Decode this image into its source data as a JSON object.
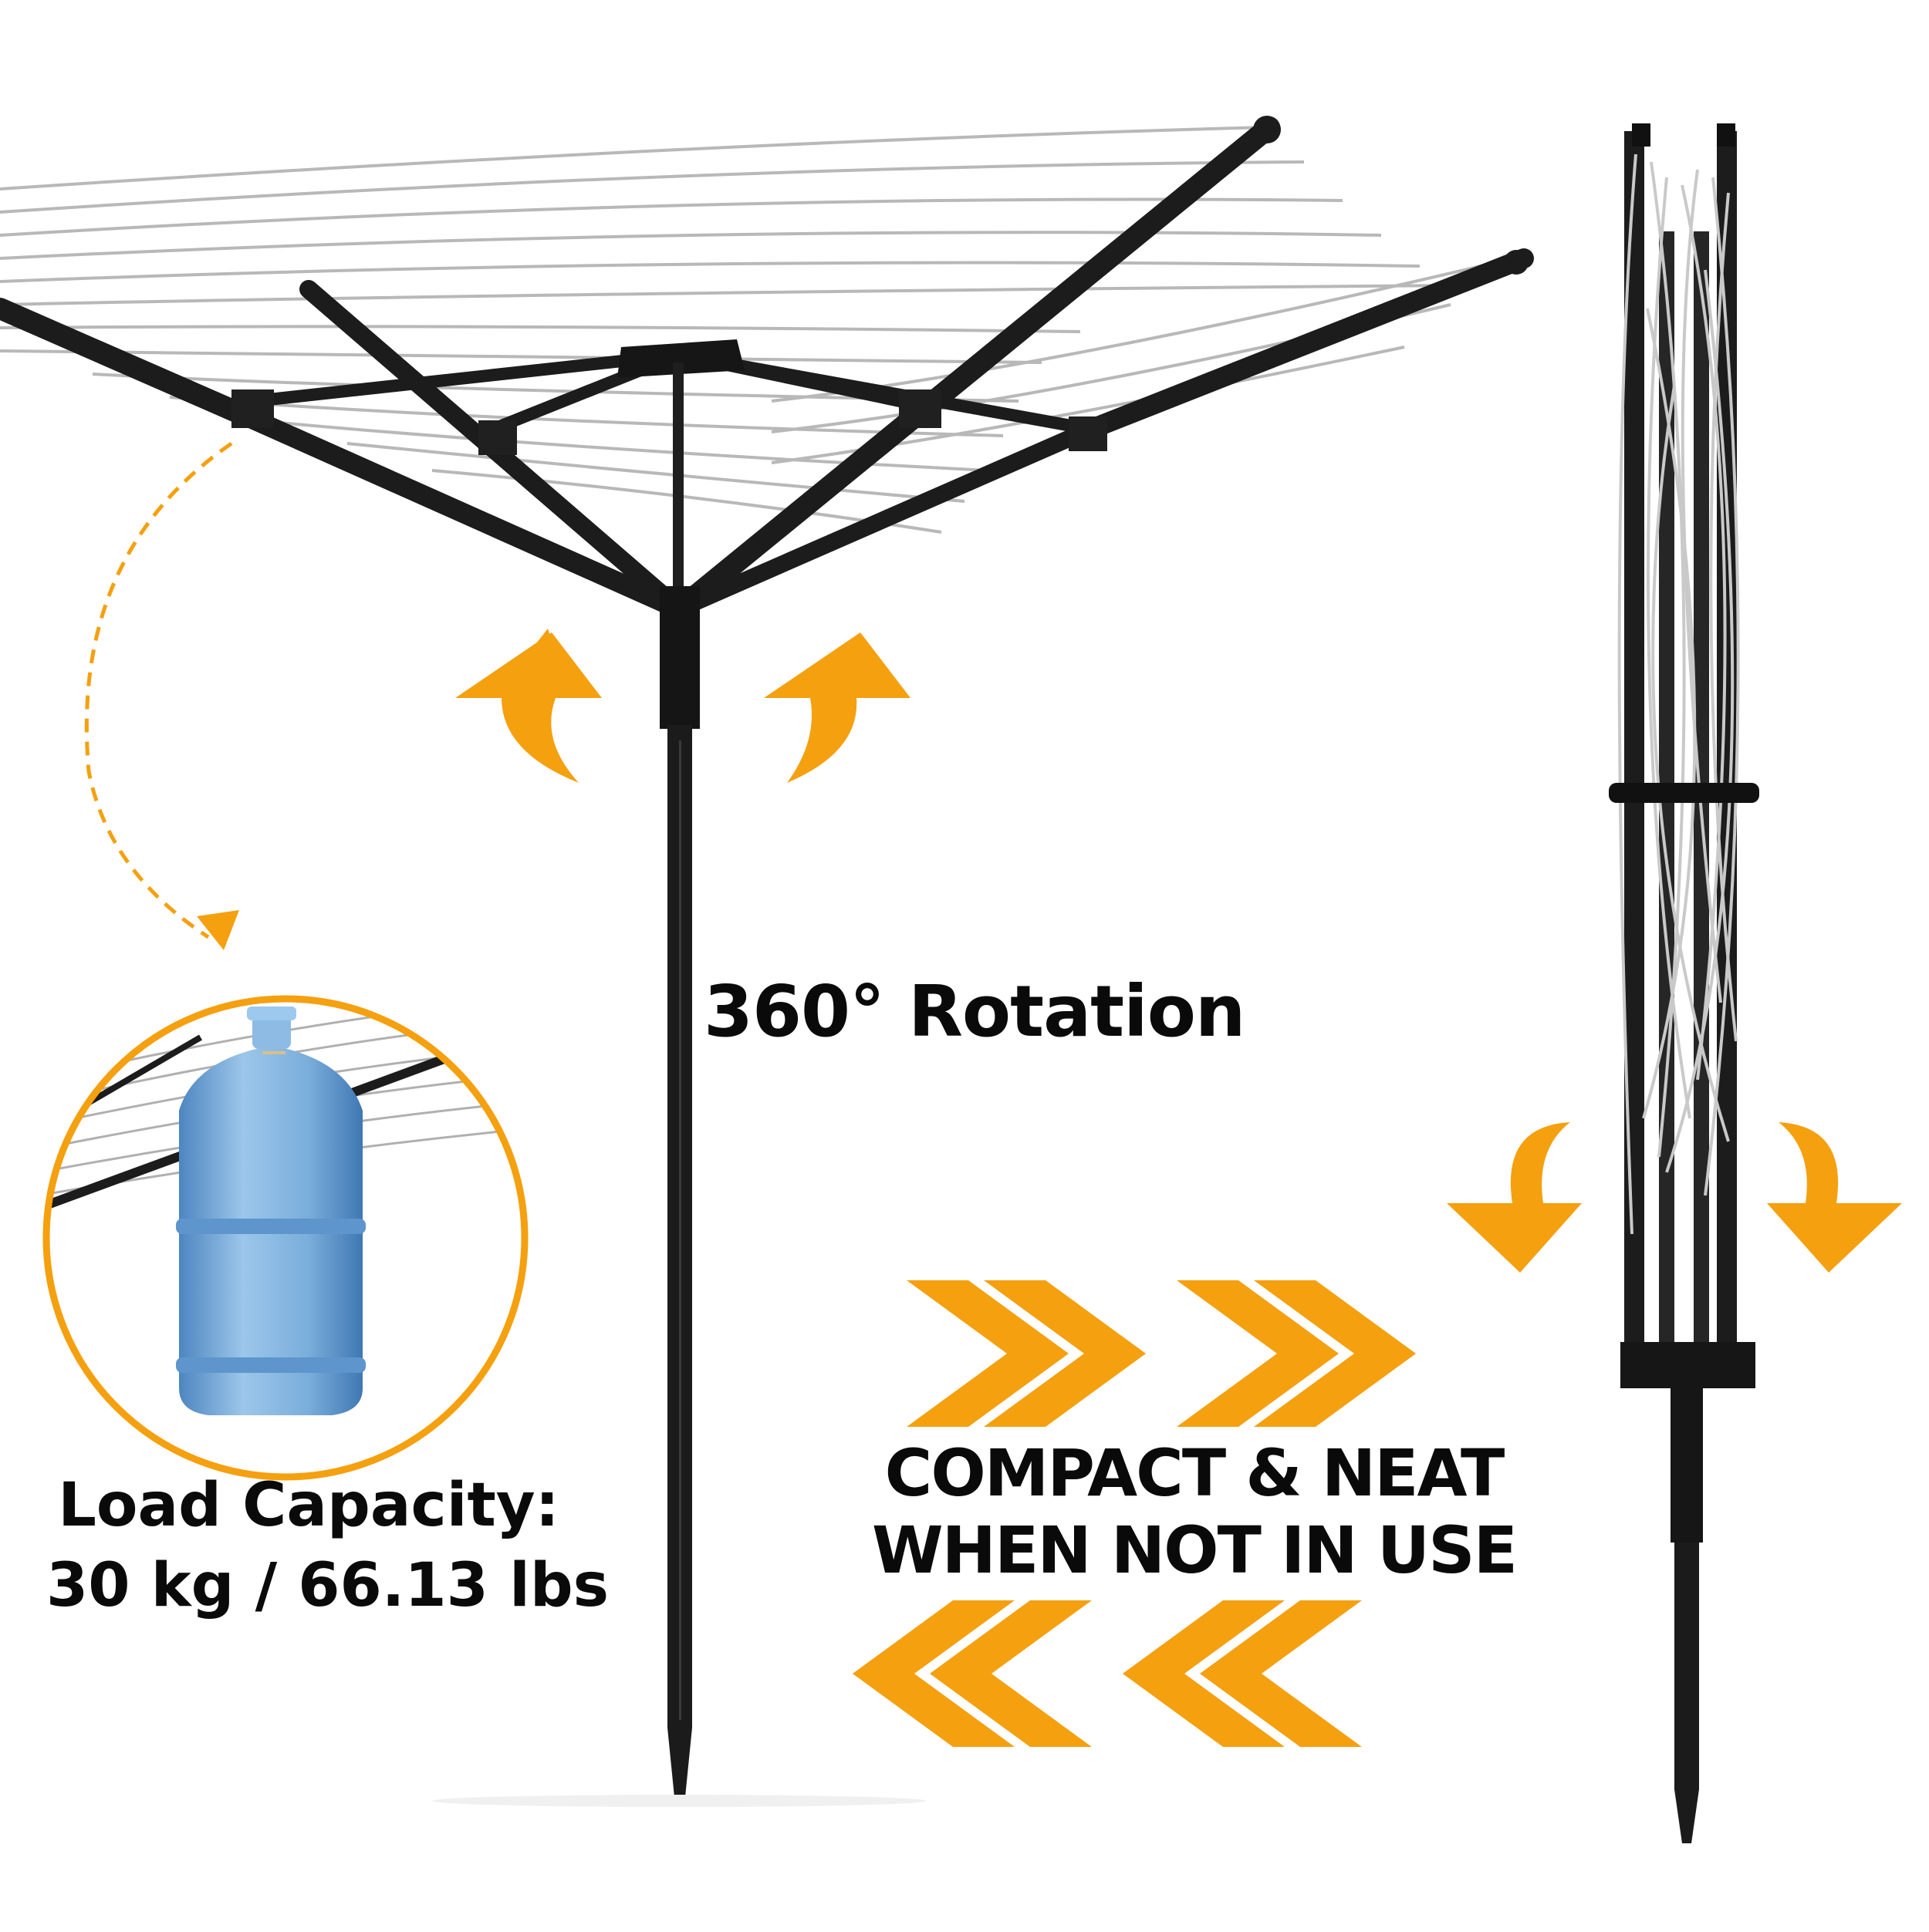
{
  "texts": {
    "rotation": "360° Rotation",
    "compact_line1": "COMPACT & NEAT",
    "compact_line2": "WHEN NOT IN USE",
    "load_line1": "Load Capacity:",
    "load_line2": "30 kg / 66.13 lbs"
  },
  "colors": {
    "accent": "#F5A00F",
    "frame": "#1c1c1c",
    "line": "#b5b5b5",
    "bottle": "#7fb3df"
  },
  "icons": [
    "rotation-arrow-left-icon",
    "rotation-arrow-right-icon",
    "fold-arrow-left-icon",
    "fold-arrow-right-icon",
    "chevron-right-icon",
    "chevron-left-icon",
    "water-bottle-icon"
  ]
}
